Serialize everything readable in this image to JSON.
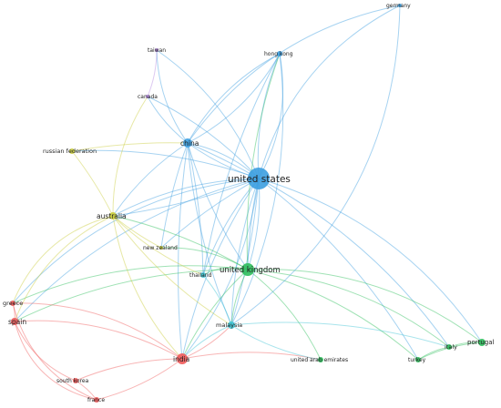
{
  "network": {
    "nodes": [
      {
        "id": "united-states",
        "label": "united states",
        "cluster": "blue"
      },
      {
        "id": "united-kingdom",
        "label": "united kingdom",
        "cluster": "green"
      },
      {
        "id": "china",
        "label": "china",
        "cluster": "blue"
      },
      {
        "id": "australia",
        "label": "australia",
        "cluster": "yellow"
      },
      {
        "id": "india",
        "label": "india",
        "cluster": "red"
      },
      {
        "id": "spain",
        "label": "spain",
        "cluster": "red"
      },
      {
        "id": "greece",
        "label": "greece",
        "cluster": "red"
      },
      {
        "id": "malaysia",
        "label": "malaysia",
        "cluster": "cyan"
      },
      {
        "id": "thailand",
        "label": "thailand",
        "cluster": "cyan"
      },
      {
        "id": "new-zealand",
        "label": "new zealand",
        "cluster": "yellow"
      },
      {
        "id": "russian-federation",
        "label": "russian federation",
        "cluster": "yellow"
      },
      {
        "id": "canada",
        "label": "canada",
        "cluster": "purple"
      },
      {
        "id": "taiwan",
        "label": "taiwan",
        "cluster": "purple"
      },
      {
        "id": "hong-kong",
        "label": "hong kong",
        "cluster": "blue"
      },
      {
        "id": "germany",
        "label": "germany",
        "cluster": "blue"
      },
      {
        "id": "portugal",
        "label": "portugal",
        "cluster": "green"
      },
      {
        "id": "italy",
        "label": "italy",
        "cluster": "green"
      },
      {
        "id": "turkey",
        "label": "turkey",
        "cluster": "green"
      },
      {
        "id": "united-arab-emirates",
        "label": "united arab emirates",
        "cluster": "green"
      },
      {
        "id": "south-korea",
        "label": "south korea",
        "cluster": "red"
      },
      {
        "id": "france",
        "label": "france",
        "cluster": "red"
      }
    ],
    "cluster_colors": {
      "blue": "#3c9ee0",
      "green": "#2dbe5c",
      "red": "#ef5a5a",
      "yellow": "#c9cc3a",
      "cyan": "#3ec4d4",
      "purple": "#b487e0"
    }
  }
}
